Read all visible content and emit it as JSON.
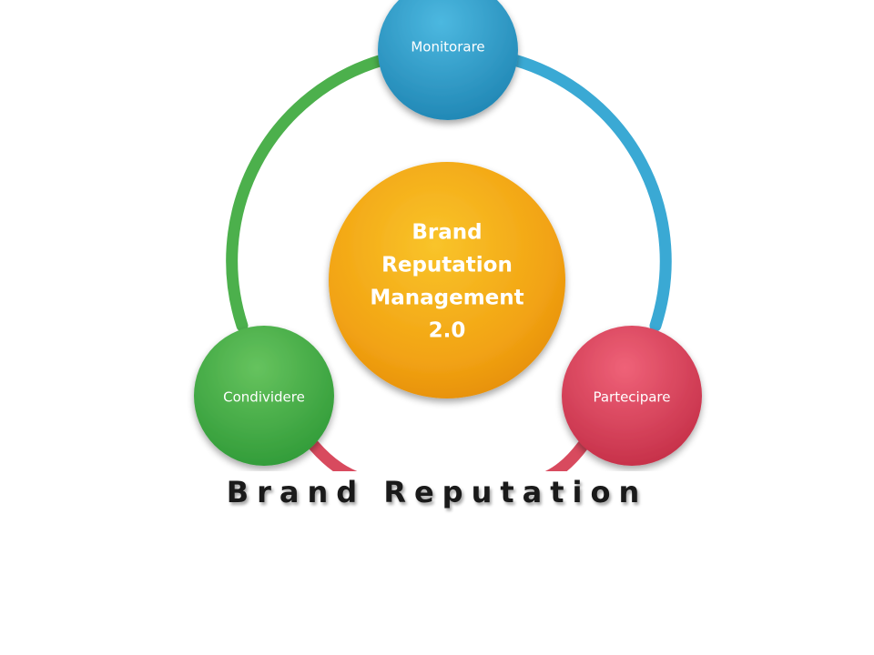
{
  "diagram": {
    "center": {
      "line1": "Brand",
      "line2": "Reputation",
      "line3": "Management",
      "line4": "2.0"
    },
    "nodes": {
      "top": {
        "label": "Monitorare"
      },
      "left": {
        "label": "Condividere"
      },
      "right": {
        "label": "Partecipare"
      }
    }
  },
  "colors": {
    "ring_green": "#4cb04c",
    "ring_blue": "#3aa9d4",
    "ring_red": "#d84a5e",
    "center": "#f4a815",
    "node_blue": "#2a9bc8",
    "node_green": "#45ac48",
    "node_red": "#dc4057"
  },
  "caption": "Brand Reputation"
}
